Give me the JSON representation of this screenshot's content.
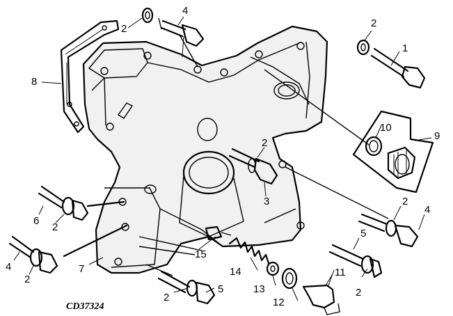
{
  "figure_code": "CD37324",
  "callouts": [
    {
      "id": "c1",
      "label": "1"
    },
    {
      "id": "c2a",
      "label": "2"
    },
    {
      "id": "c2b",
      "label": "2"
    },
    {
      "id": "c2c",
      "label": "2"
    },
    {
      "id": "c2d",
      "label": "2"
    },
    {
      "id": "c2e",
      "label": "2"
    },
    {
      "id": "c2f",
      "label": "2"
    },
    {
      "id": "c2g",
      "label": "2"
    },
    {
      "id": "c2h",
      "label": "2"
    },
    {
      "id": "c3",
      "label": "3"
    },
    {
      "id": "c4a",
      "label": "4"
    },
    {
      "id": "c4b",
      "label": "4"
    },
    {
      "id": "c4c",
      "label": "4"
    },
    {
      "id": "c5a",
      "label": "5"
    },
    {
      "id": "c5b",
      "label": "5"
    },
    {
      "id": "c6",
      "label": "6"
    },
    {
      "id": "c7",
      "label": "7"
    },
    {
      "id": "c8",
      "label": "8"
    },
    {
      "id": "c9",
      "label": "9"
    },
    {
      "id": "c10",
      "label": "10"
    },
    {
      "id": "c11",
      "label": "11"
    },
    {
      "id": "c12",
      "label": "12"
    },
    {
      "id": "c13",
      "label": "13"
    },
    {
      "id": "c14",
      "label": "14"
    },
    {
      "id": "c15",
      "label": "15"
    }
  ]
}
